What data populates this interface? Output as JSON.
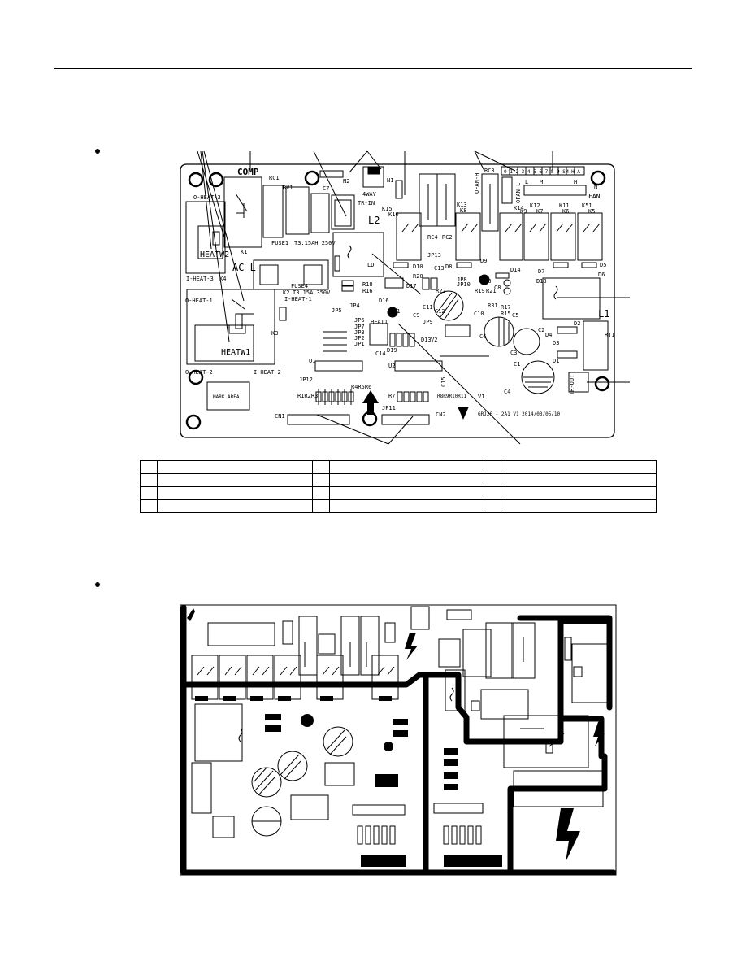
{
  "top_board": {
    "labels": {
      "comp": "COMP",
      "rc1": "RC1",
      "rv1": "RV1",
      "k1": "K1",
      "c7": "C7",
      "n2": "N2",
      "n1": "N1",
      "way4": "4WAY",
      "tr_in": "TR-IN",
      "rc4": "RC4",
      "rc2": "RC2",
      "k15": "K15",
      "k10": "K10",
      "k13": "K13",
      "k8": "K8",
      "rc3": "RC3",
      "ofan_h": "OFAN-H",
      "ofan_l": "OFAN-L",
      "terminals": "0 1 2 3 4 5 6 7 8 9 SM H A",
      "l": "L",
      "m": "M",
      "h": "H",
      "fan": "FAN",
      "n": "N",
      "k14": "K14",
      "k9": "K9",
      "k7": "K7",
      "k12": "K12",
      "k11": "K11",
      "k6": "K6",
      "k51": "K51",
      "k5": "K5",
      "oheat3": "O-HEAT-3",
      "heatw2": "HEATW2",
      "iheat3": "I-HEAT-3",
      "k4": "K4",
      "acl": "AC-L",
      "fuse1": "FUSE1",
      "fuse_rating1": "T3.15AH  250V",
      "l2": "L2",
      "fuse4": "FUSE4",
      "fuse_rating2": "T3.15A  350V",
      "k2": "K2",
      "oheat1": "O-HEAT-1",
      "iheat1": "I-HEAT-1",
      "k3": "K3",
      "heatw1": "HEATW1",
      "oheat2": "O-HEAT-2",
      "iheat2": "I-HEAT-2",
      "mark_area": "MARK AREA",
      "jp5": "JP5",
      "jp4": "JP4",
      "jp6": "JP6",
      "jp7": "JP7",
      "jp3": "JP3",
      "jp2": "JP2",
      "jp1": "JP1",
      "heat1": "HEAT1",
      "c14": "C14",
      "d19": "D19",
      "u1": "U1",
      "jp12": "JP12",
      "u2": "U2",
      "r1r2r3": "R1R2R3",
      "r4r5r6": "R4R5R6",
      "r7": "R7",
      "r8r11": "R8R9R10R11",
      "jp11": "JP11",
      "cn1": "CN1",
      "cn2": "CN2",
      "board_id": "GRJ26 - 2A1  V1  2014/03/05/10",
      "d10": "D10",
      "c13": "C13",
      "jp13": "JP13",
      "d8": "D8",
      "d9": "D9",
      "r20": "R20",
      "d17": "D17",
      "d16": "D16",
      "r22": "R22",
      "jp8": "JP8",
      "jp10": "JP10",
      "r19": "R19",
      "c91": "C91",
      "c9": "C9",
      "jp9": "JP9",
      "c12": "C12",
      "c11": "C11",
      "d13": "D13",
      "c10": "C10",
      "r31": "R31",
      "r17": "R17",
      "r15": "R15",
      "c5": "C5",
      "c6": "C6",
      "d14": "D14",
      "d7": "D7",
      "d6": "D6",
      "d5": "D5",
      "l1": "L1",
      "c2": "C2",
      "d4": "D4",
      "d2": "D2",
      "rt1": "RT1",
      "d3": "D3",
      "c3": "C3",
      "d1": "D1",
      "c1": "C1",
      "c4": "C4",
      "c15": "C15",
      "v1": "V1",
      "v2": "V2",
      "tr_out": "TR-OUT",
      "r18": "R18",
      "r16": "R16",
      "d18": "D18",
      "ld": "LD",
      "r21": "R21",
      "c8": "C8",
      "r8": "R8"
    }
  },
  "legend_table": {
    "rows": [
      [
        "",
        "",
        "",
        "",
        "",
        ""
      ],
      [
        "",
        "",
        "",
        "",
        "",
        ""
      ],
      [
        "",
        "",
        "",
        "",
        "",
        ""
      ],
      [
        "",
        "",
        "",
        "",
        "",
        ""
      ]
    ]
  }
}
